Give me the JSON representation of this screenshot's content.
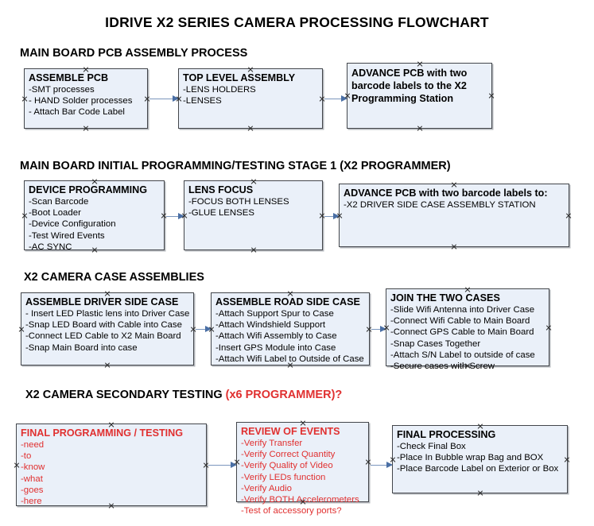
{
  "document": {
    "title": "IDRIVE X2  SERIES CAMERA PROCESSING FLOWCHART"
  },
  "colors": {
    "node_fill": "#eaf0f9",
    "node_border": "#43464b",
    "connector": "#7b96bd",
    "accent_red": "#e03030",
    "text": "#000000"
  },
  "sections": [
    {
      "id": "main-board-pcb-assembly-process",
      "heading": "MAIN BOARD PCB ASSEMBLY PROCESS",
      "heading_accent": "",
      "nodes": [
        {
          "id": "assemble-pcb",
          "title": "ASSEMBLE PCB",
          "lines": [
            "-SMT processes",
            "- HAND Solder processes",
            "- Attach Bar Code Label"
          ]
        },
        {
          "id": "top-level-assembly",
          "title": "TOP LEVEL ASSEMBLY",
          "lines": [
            "-LENS HOLDERS",
            "-LENSES"
          ]
        },
        {
          "id": "advance-pcb-to-x2-programming-station",
          "title": "ADVANCE PCB with two barcode labels to the  X2 Programming Station",
          "lines": []
        }
      ]
    },
    {
      "id": "main-board-initial-programming-testing-stage-1",
      "heading": "MAIN BOARD INITIAL PROGRAMMING/TESTING STAGE 1 (X2 PROGRAMMER)",
      "heading_accent": "",
      "nodes": [
        {
          "id": "device-programming",
          "title": "DEVICE PROGRAMMING",
          "lines": [
            "-Scan Barcode",
            "-Boot Loader",
            "-Device Configuration",
            "-Test Wired Events",
            "-AC SYNC"
          ]
        },
        {
          "id": "lens-focus",
          "title": "LENS FOCUS",
          "lines": [
            "-FOCUS BOTH LENSES",
            "-GLUE LENSES"
          ]
        },
        {
          "id": "advance-pcb-to-driver-side-case-assembly",
          "title": "ADVANCE PCB with two barcode labels to:",
          "lines": [
            "-X2 DRIVER  SIDE  CASE  ASSEMBLY STATION"
          ]
        }
      ]
    },
    {
      "id": "x2-camera-case-assemblies",
      "heading": "X2 CAMERA CASE ASSEMBLIES",
      "heading_accent": "",
      "nodes": [
        {
          "id": "assemble-driver-side-case",
          "title": "ASSEMBLE DRIVER SIDE CASE",
          "lines": [
            "- Insert LED Plastic lens into Driver Case",
            "-Snap LED Board with Cable into Case",
            "-Connect LED Cable to X2 Main Board",
            "-Snap Main Board into case"
          ]
        },
        {
          "id": "assemble-road-side-case",
          "title": "ASSEMBLE ROAD SIDE CASE",
          "lines": [
            "-Attach Support Spur to Case",
            "-Attach Windshield Support",
            "-Attach Wifi Assembly to Case",
            "-Insert GPS Module into Case",
            "-Attach Wifi Label to Outside of Case"
          ]
        },
        {
          "id": "join-the-two-cases",
          "title": "JOIN THE TWO CASES",
          "lines": [
            "-Slide Wifi Antenna into Driver Case",
            "-Connect Wifi Cable to Main Board",
            "-Connect GPS Cable to Main Board",
            "-Snap Cases Together",
            "-Attach S/N Label to outside of case",
            "-Secure cases with Screw"
          ]
        }
      ]
    },
    {
      "id": "x2-camera-secondary-testing",
      "heading": "X2 CAMERA SECONDARY TESTING ",
      "heading_accent": "(x6 PROGRAMMER)?",
      "nodes": [
        {
          "id": "final-programming-testing",
          "title": "FINAL PROGRAMMING / TESTING",
          "lines": [
            "-need",
            "-to",
            "-know",
            "-what",
            "-goes",
            "-here"
          ]
        },
        {
          "id": "review-of-events",
          "title": "REVIEW OF EVENTS",
          "lines": [
            "-Verify Transfer",
            "-Verify Correct Quantity",
            "-Verify Quality of Video",
            "-Verify LEDs function",
            "-Verify Audio",
            "-Verify BOTH Accelerometers",
            "-Test of accessory ports?"
          ]
        },
        {
          "id": "final-processing",
          "title": "FINAL PROCESSING",
          "lines": [
            "-Check Final Box",
            "-Place In Bubble wrap Bag and BOX",
            "-Place Barcode Label on Exterior or Box"
          ]
        }
      ]
    }
  ]
}
